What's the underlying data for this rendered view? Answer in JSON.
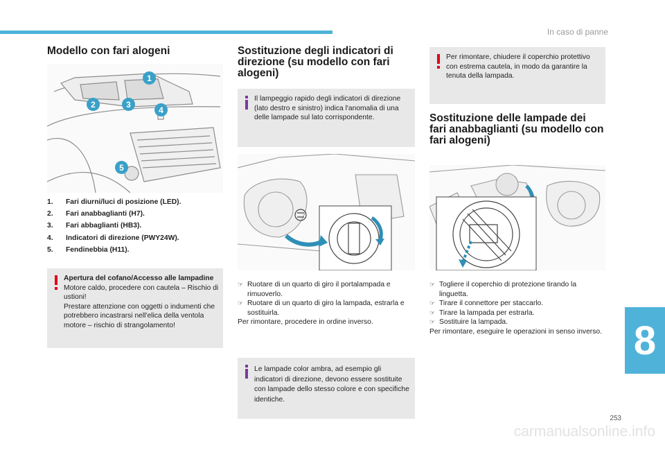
{
  "header": {
    "section": "In caso di panne"
  },
  "chapter_tab": "8",
  "page_number": "253",
  "watermark": "carmanualsonline.info",
  "col1": {
    "title": "Modello con fari alogeni",
    "callouts": [
      "1",
      "2",
      "3",
      "4",
      "5"
    ],
    "legend": [
      {
        "num": "1.",
        "text": "Fari diurni/luci di posizione (LED)."
      },
      {
        "num": "2.",
        "text": "Fari anabbaglianti (H7)."
      },
      {
        "num": "3.",
        "text": "Fari abbaglianti (HB3)."
      },
      {
        "num": "4.",
        "text": "Indicatori di direzione (PWY24W)."
      },
      {
        "num": "5.",
        "text": "Fendinebbia (H11)."
      }
    ],
    "warning": {
      "title": "Apertura del cofano/Accesso alle lampadine",
      "line1": "Motore caldo, procedere con cautela – Rischio di ustioni!",
      "line2": "Prestare attenzione con oggetti o indumenti che potrebbero incastrarsi nell'elica della ventola motore – rischio di strangolamento!"
    }
  },
  "col2": {
    "title": "Sostituzione degli indicatori di direzione (su modello con fari alogeni)",
    "info": "Il lampeggio rapido degli indicatori di direzione (lato destro e sinistro) indica l'anomalia di una delle lampade sul lato corrispondente.",
    "steps": [
      "Ruotare di un quarto di giro il portalampada e rimuoverlo.",
      "Ruotare di un quarto di giro la lampada, estrarla e sostituirla."
    ],
    "closing": "Per rimontare, procedere in ordine inverso.",
    "info2": "Le lampade color ambra, ad esempio gli indicatori di direzione, devono essere sostituite con lampade dello stesso colore e con specifiche identiche."
  },
  "col3": {
    "warning": "Per rimontare, chiudere il coperchio protettivo con estrema cautela, in modo da garantire la tenuta della lampada.",
    "title": "Sostituzione delle lampade dei fari anabbaglianti (su modello con fari alogeni)",
    "steps": [
      "Togliere il coperchio di protezione tirando la linguetta.",
      "Tirare il connettore per staccarlo.",
      "Tirare la lampada per estrarla.",
      "Sostituire la lampada."
    ],
    "closing": "Per rimontare, eseguire le operazioni in senso inverso."
  },
  "colors": {
    "accent": "#4fb3d9",
    "warning": "#e2001a",
    "info": "#7b3aa0",
    "callout": "#3aa0c8",
    "arrow": "#2f8fb6"
  }
}
